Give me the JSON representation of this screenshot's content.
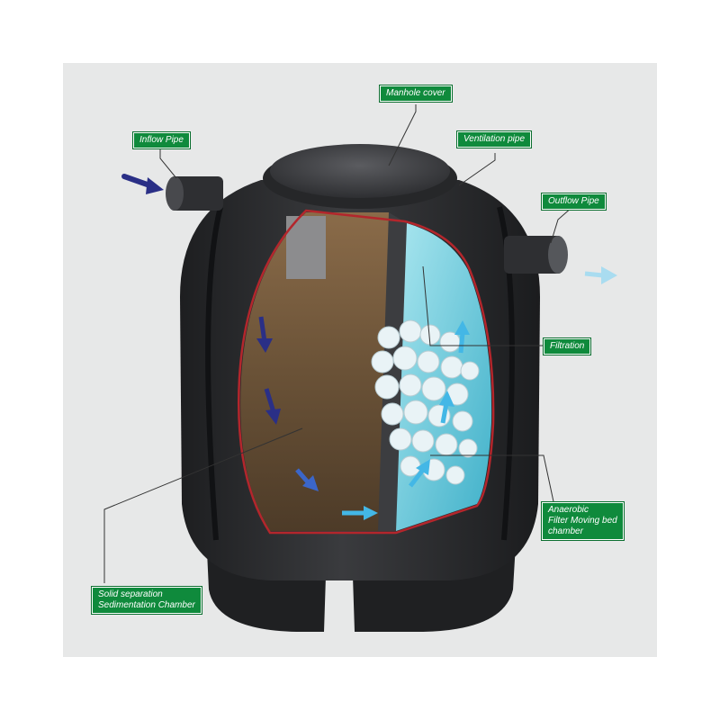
{
  "labels": {
    "manhole_cover": "Manhole cover",
    "inflow_pipe": "Inflow Pipe",
    "ventilation_pipe": "Ventilation pipe",
    "outflow_pipe": "Outflow Pipe",
    "filtration": "Filtration",
    "anaerobic_line1": "Anaerobic",
    "anaerobic_line2": "Filter Moving bed",
    "anaerobic_line3": "chamber",
    "solid_line1": "Solid separation",
    "solid_line2": "Sedimentation Chamber"
  },
  "colors": {
    "label_bg": "#0f8a3c",
    "tank": "#2b2c2e",
    "sediment": "#6b5338",
    "water": "#7fd3e2",
    "cut_outline": "#b3262c",
    "arrow_dark": "#2a2f86",
    "arrow_light": "#43b7e6"
  }
}
